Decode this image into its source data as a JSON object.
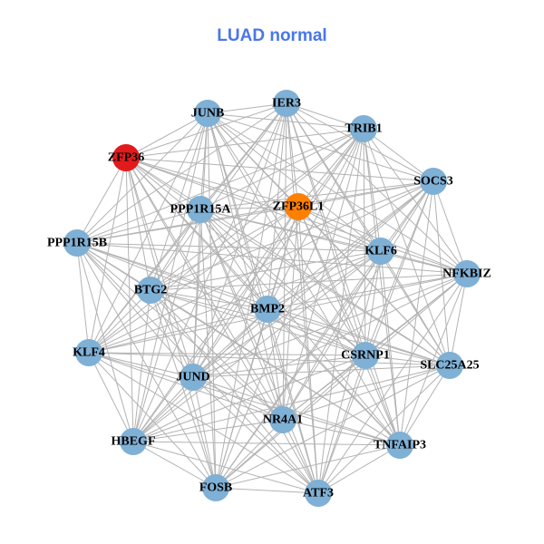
{
  "title": "LUAD normal",
  "colors": {
    "title": "#4a76ea",
    "default_node": "#7fb0d5",
    "edge": "#b3b3b3"
  },
  "fully_connected": true,
  "nodes": [
    {
      "id": "ZFP36",
      "color": "#e31a1c"
    },
    {
      "id": "JUNB"
    },
    {
      "id": "IER3"
    },
    {
      "id": "TRIB1"
    },
    {
      "id": "SOCS3"
    },
    {
      "id": "ZFP36L1",
      "color": "#ff7f00"
    },
    {
      "id": "PPP1R15A"
    },
    {
      "id": "PPP1R15B"
    },
    {
      "id": "KLF6"
    },
    {
      "id": "NFKBIZ"
    },
    {
      "id": "BTG2"
    },
    {
      "id": "BMP2"
    },
    {
      "id": "KLF4"
    },
    {
      "id": "CSRNP1"
    },
    {
      "id": "SLC25A25"
    },
    {
      "id": "JUND"
    },
    {
      "id": "NR4A1"
    },
    {
      "id": "HBEGF"
    },
    {
      "id": "TNFAIP3"
    },
    {
      "id": "FOSB"
    },
    {
      "id": "ATF3"
    }
  ]
}
